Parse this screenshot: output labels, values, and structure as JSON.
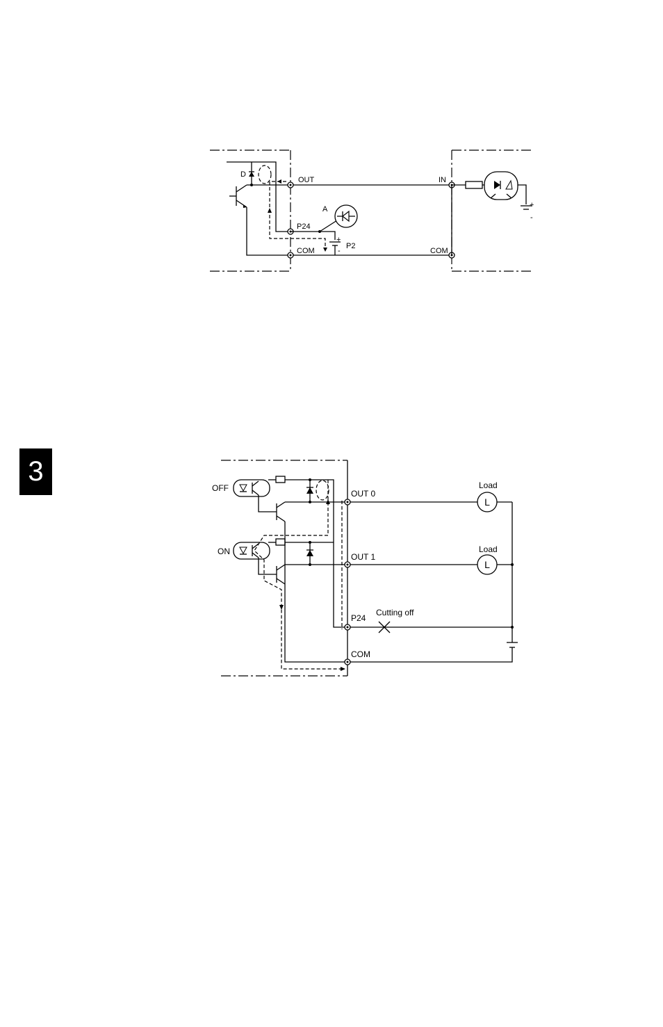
{
  "chapter_tab": "3",
  "diagram1": {
    "labels": {
      "out": "OUT",
      "p24": "P24",
      "com_left": "COM",
      "in": "IN",
      "com_right": "COM",
      "d": "D",
      "a": "A",
      "p2": "P2",
      "plus_p2": "+",
      "minus_p2": "-",
      "plus_right": "+",
      "minus_right": "-"
    }
  },
  "diagram2": {
    "labels": {
      "off": "OFF",
      "on": "ON",
      "out0": "OUT 0",
      "out1": "OUT 1",
      "p24": "P24",
      "com": "COM",
      "load1": "Load",
      "load2": "Load",
      "lamp1": "L",
      "lamp2": "L",
      "cutting_off": "Cutting off"
    }
  }
}
